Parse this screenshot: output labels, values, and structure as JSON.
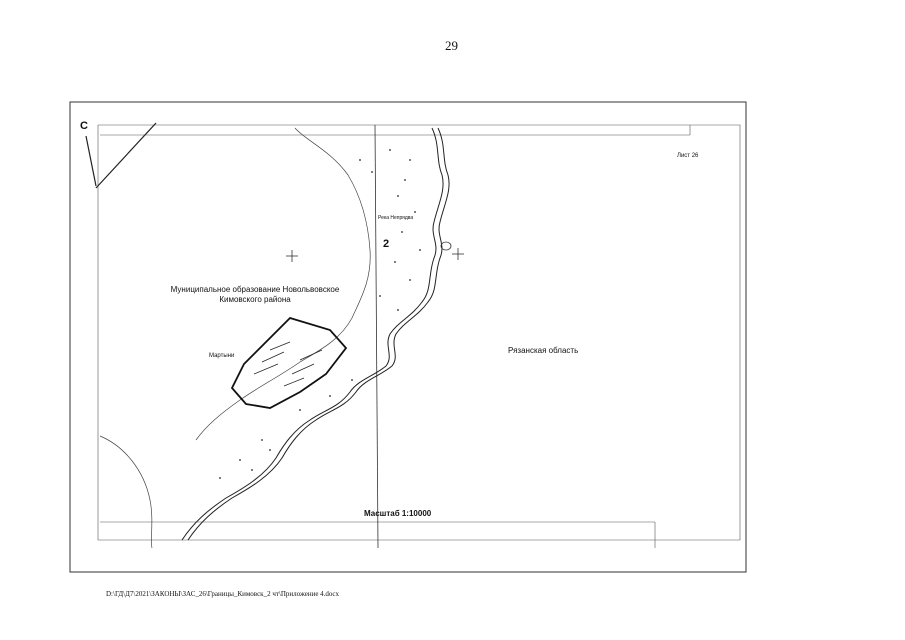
{
  "page_number": "29",
  "map": {
    "north_marker": "С",
    "sheet_label": "Лист 26",
    "river_label": "Река Непрядва",
    "point_number": "2",
    "municipality_line1": "Муниципальное образование Новольвовское",
    "municipality_line2": "Кимовского района",
    "village_label": "Мартыни",
    "region_label": "Рязанская область",
    "scale_label": "Масштаб 1:10000"
  },
  "footer_path": "D:\\ГД\\Д7\\2021\\ЗАКОНЫ\\ЗАС_26\\Границы_Кимовск_2 чт\\Приложение 4.docx"
}
